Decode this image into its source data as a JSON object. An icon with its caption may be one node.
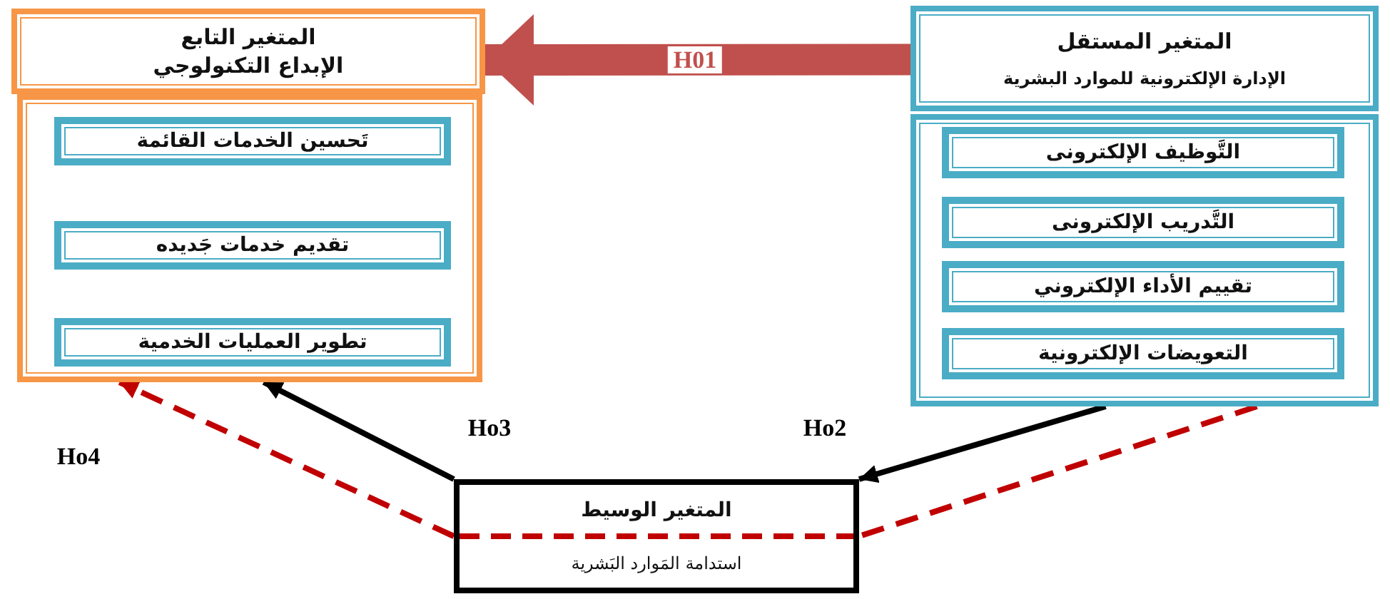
{
  "diagram": {
    "nodes": [
      {
        "text": [
          "المتغير التابع",
          "الإبداع التكنولوجي"
        ]
      },
      {
        "text": [],
        "shape": "box"
      },
      {
        "text": [
          "تَحسين الخدمات القائمة"
        ],
        "in": 1
      },
      {
        "text": [
          "تقديم خدمات جَديده"
        ],
        "in": 1
      },
      {
        "text": [
          "تطوير العمليات الخدمية"
        ],
        "in": 1
      },
      {
        "text": [
          "المتغير المستقل",
          "الإدارة الإلكترونية للموارد البشرية"
        ]
      },
      {
        "text": [],
        "shape": "box"
      },
      {
        "text": [
          "التَّوظيف الإلكترونى"
        ],
        "in": 6
      },
      {
        "text": [
          "التَّدريب الإلكترونى"
        ],
        "in": 6
      },
      {
        "text": [
          "تقييم الأداء الإلكتروني"
        ],
        "in": 6
      },
      {
        "text": [
          "التعويضات الإلكترونية"
        ],
        "in": 6
      },
      {
        "text": [
          "المتغير الوسيط",
          "استدامة المَوارد البَشرية"
        ]
      }
    ],
    "edges": [
      {
        "from": 5,
        "to": 0,
        "arrow": "to",
        "label": "H01",
        "style": "thick",
        "color": "#c0504d"
      },
      {
        "from": 6,
        "to": 11,
        "arrow": "to",
        "label": "Ho2"
      },
      {
        "from": 11,
        "to": 1,
        "arrow": "to",
        "label": "Ho3"
      },
      {
        "from": 6,
        "to": 11,
        "arrow": "none",
        "style": "dashed",
        "color": "#c00000"
      },
      {
        "from": 11,
        "to": 1,
        "arrow": "to",
        "label": "Ho4",
        "style": "dashed",
        "color": "#c00000"
      }
    ]
  }
}
